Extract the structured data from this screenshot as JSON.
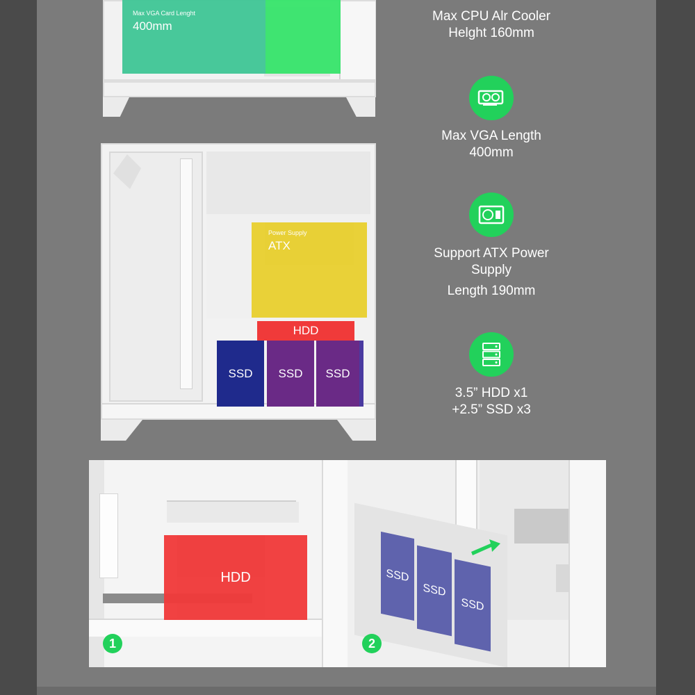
{
  "case_top": {
    "vga_overlay_small": "Max VGA Card Lenght",
    "vga_overlay_big": "400mm"
  },
  "case_middle": {
    "psu_overlay_small": "Power Supply",
    "psu_overlay_big": "ATX",
    "hdd_label": "HDD",
    "ssd_labels": [
      "SSD",
      "SSD",
      "SSD"
    ]
  },
  "specs": [
    {
      "icon": "cpu-cooler-icon",
      "lines": [
        "Max CPU Alr Cooler",
        "Helght 160mm"
      ]
    },
    {
      "icon": "graphics-card-icon",
      "lines": [
        "Max VGA Length",
        "400mm"
      ]
    },
    {
      "icon": "power-supply-icon",
      "lines": [
        "Support ATX Power",
        "Supply",
        "Length 190mm"
      ]
    },
    {
      "icon": "drive-bays-icon",
      "lines": [
        "3.5” HDD x1",
        "+2.5” SSD x3"
      ]
    }
  ],
  "bottom_left": {
    "hdd_label": "HDD",
    "step": "1"
  },
  "bottom_right": {
    "ssd_labels": [
      "SSD",
      "SSD",
      "SSD"
    ],
    "step": "2"
  },
  "colors": {
    "accent_green": "#22d15b",
    "vga_green": "#35e56a",
    "psu_yellow": "#e8cf2d",
    "hdd_red": "#f03a3a",
    "ssd_navy": "#1f2a8c",
    "ssd_purple": "#6a2a86",
    "ssd_slate": "#5f63ad",
    "background": "#7b7b7b"
  }
}
